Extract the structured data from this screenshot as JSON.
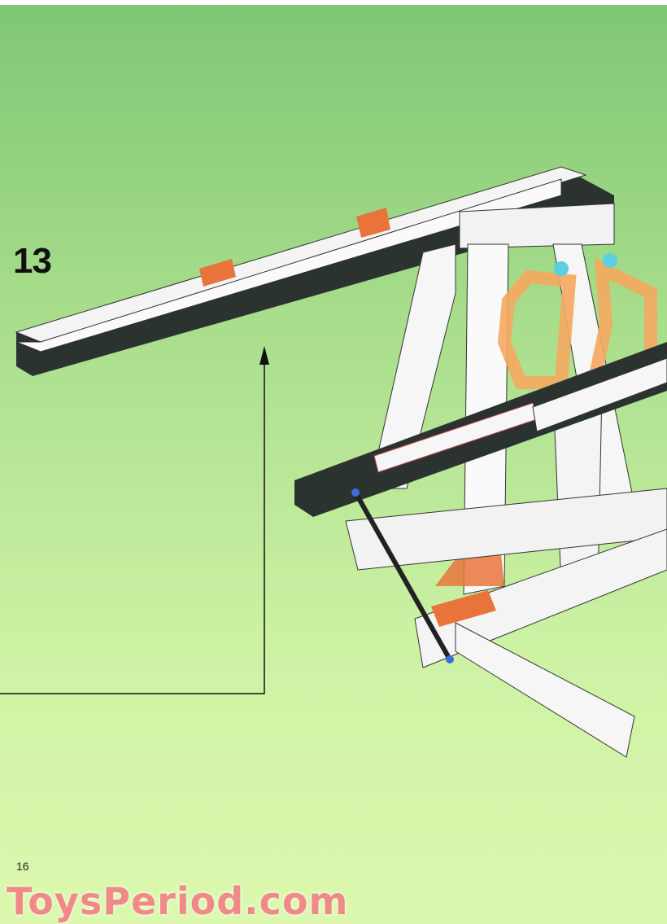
{
  "step": {
    "number": "13"
  },
  "page": {
    "number": "16"
  },
  "watermark": {
    "text": "ToysPeriod.com"
  },
  "colors": {
    "background_top": "#7fc774",
    "background_bottom": "#dcf8ae",
    "accent_orange": "#e8743c",
    "watermark": "#f08a88"
  }
}
